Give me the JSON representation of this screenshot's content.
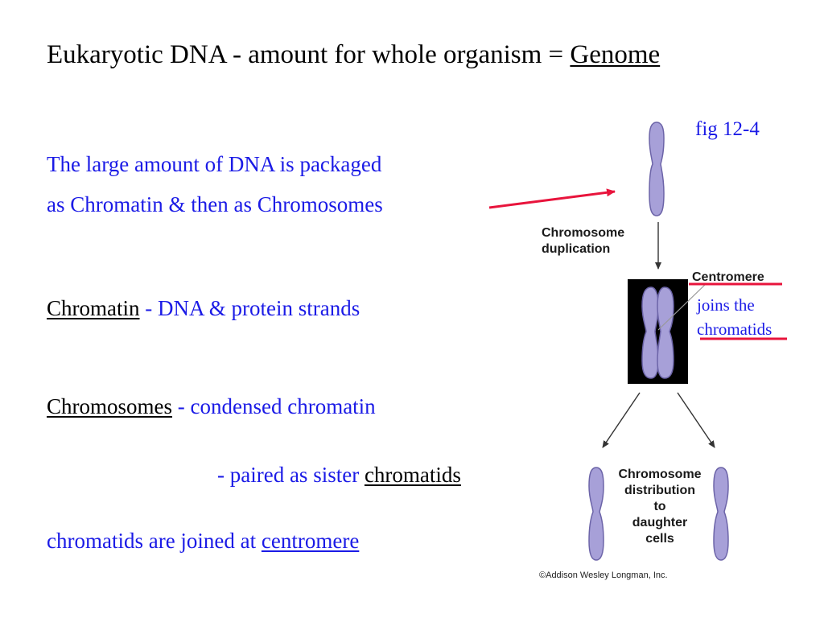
{
  "title": {
    "prefix": "Eukaryotic DNA - amount for whole organism = ",
    "term": "Genome"
  },
  "intro": {
    "line1": "The large amount of DNA is packaged",
    "line2": "as Chromatin & then as Chromosomes"
  },
  "chromatin": {
    "term": "Chromatin",
    "definition": " - DNA & protein strands"
  },
  "chromosomes": {
    "term": "Chromosomes",
    "definition": " - condensed chromatin",
    "paired_prefix": "- paired as sister ",
    "paired_term": "chromatids"
  },
  "joined": {
    "prefix": "chromatids are joined at ",
    "term": "centromere"
  },
  "figure": {
    "fig_label": "fig  12-4",
    "duplication_label_line1": "Chromosome",
    "duplication_label_line2": "duplication",
    "centromere_label": "Centromere",
    "joins_line1": "joins the",
    "joins_line2": "chromatids",
    "distribution_lines": [
      "Chromosome",
      "distribution",
      "to",
      "daughter",
      "cells"
    ],
    "copyright": "©Addison Wesley Longman, Inc."
  },
  "colors": {
    "body_text": "#1b1be6",
    "annotation_red": "#e8143c",
    "chromosome_fill": "#a7a0d8",
    "chromosome_stroke": "#6c64a8"
  }
}
